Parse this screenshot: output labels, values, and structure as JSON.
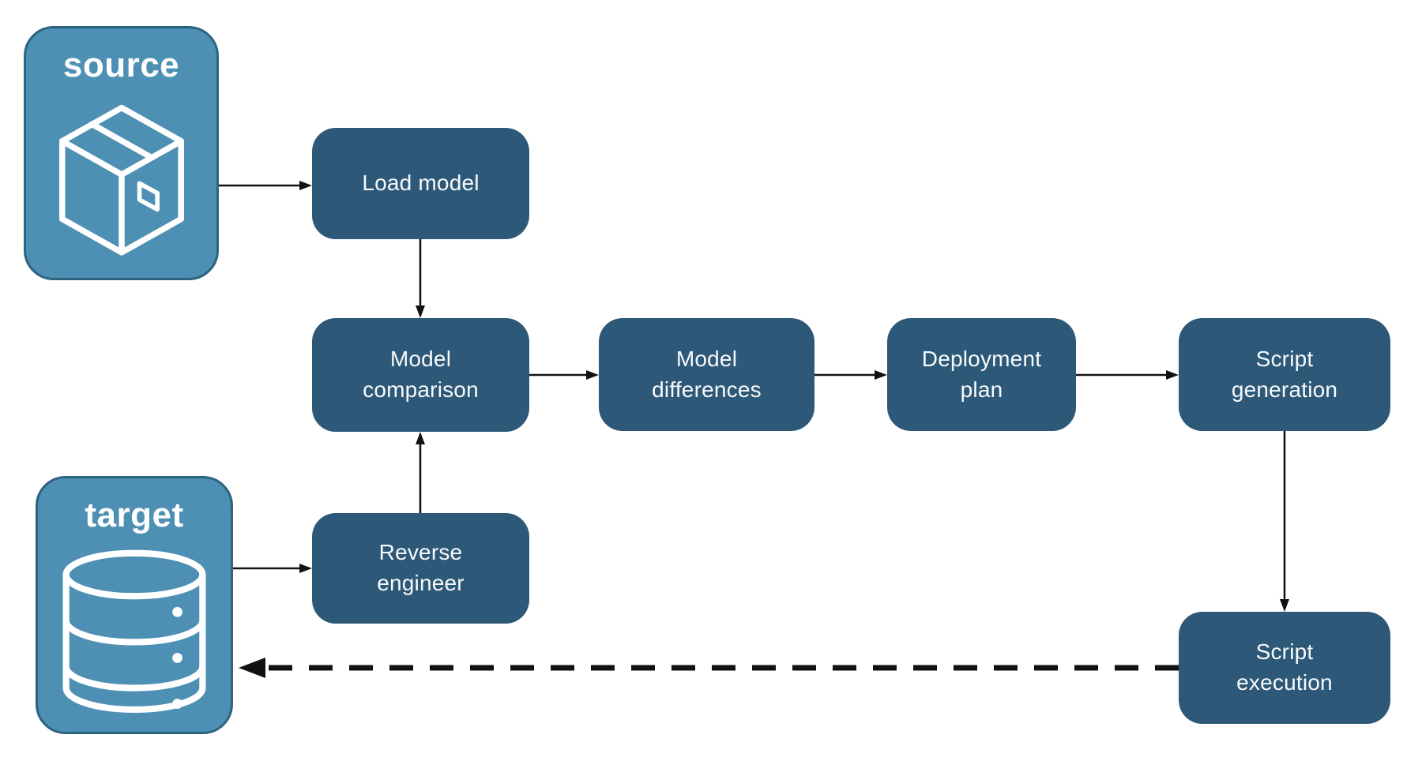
{
  "diagram": {
    "entities": {
      "source": {
        "label": "source",
        "icon": "package-icon"
      },
      "target": {
        "label": "target",
        "icon": "database-icon"
      }
    },
    "nodes": {
      "load_model": {
        "label": "Load model"
      },
      "model_comparison": {
        "label": "Model\ncomparison"
      },
      "model_differences": {
        "label": "Model\ndifferences"
      },
      "deployment_plan": {
        "label": "Deployment\nplan"
      },
      "script_generation": {
        "label": "Script\ngeneration"
      },
      "reverse_engineer": {
        "label": "Reverse\nengineer"
      },
      "script_execution": {
        "label": "Script\nexecution"
      }
    },
    "edges": [
      {
        "from": "source",
        "to": "load_model",
        "style": "solid"
      },
      {
        "from": "load_model",
        "to": "model_comparison",
        "style": "solid"
      },
      {
        "from": "target",
        "to": "reverse_engineer",
        "style": "solid"
      },
      {
        "from": "reverse_engineer",
        "to": "model_comparison",
        "style": "solid"
      },
      {
        "from": "model_comparison",
        "to": "model_differences",
        "style": "solid"
      },
      {
        "from": "model_differences",
        "to": "deployment_plan",
        "style": "solid"
      },
      {
        "from": "deployment_plan",
        "to": "script_generation",
        "style": "solid"
      },
      {
        "from": "script_generation",
        "to": "script_execution",
        "style": "solid"
      },
      {
        "from": "script_execution",
        "to": "target",
        "style": "dashed"
      }
    ],
    "colors": {
      "node_fill": "#2E5877",
      "entity_fill": "#4D90B3",
      "entity_border": "#2C6380",
      "icon_stroke": "#FFFFFF",
      "arrow": "#111111",
      "label_text": "#FFFFFF",
      "background": "#FFFFFF"
    }
  }
}
